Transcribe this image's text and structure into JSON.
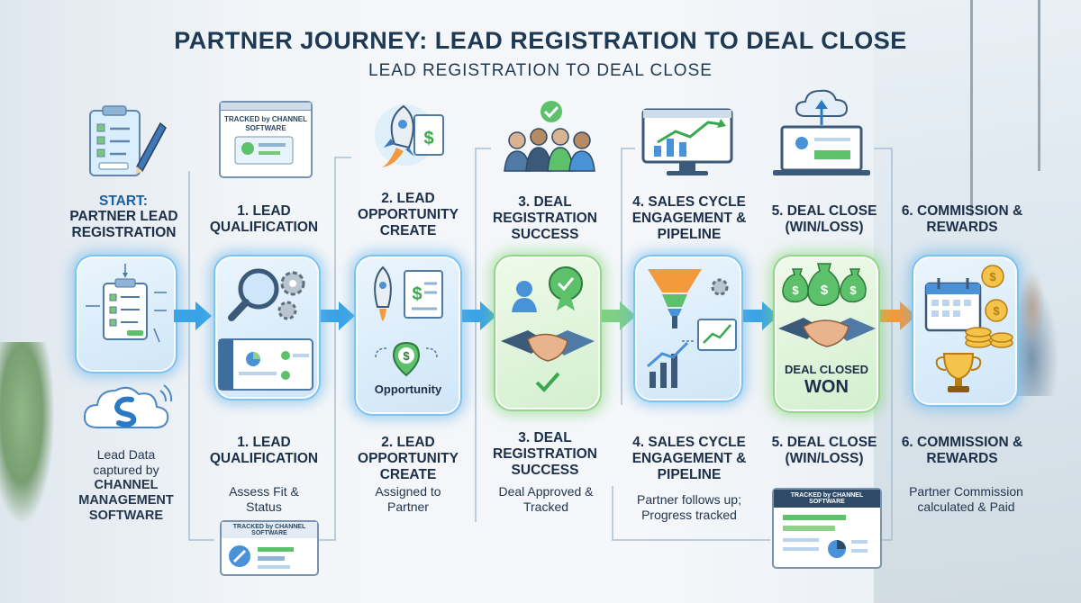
{
  "title": "PARTNER JOURNEY: LEAD REGISTRATION TO DEAL CLOSE",
  "subtitle": "LEAD REGISTRATION TO DEAL CLOSE",
  "start": {
    "prefix": "START:",
    "label": "PARTNER LEAD REGISTRATION",
    "desc_line1": "Lead Data",
    "desc_line2": "captured by",
    "desc_bold": "CHANNEL MANAGEMENT SOFTWARE"
  },
  "tracked_label_1": "TRACKED by CHANNEL SOFTWARE",
  "tracked_label_2": "TRACKED by CHANNEL SOFTWARE",
  "tracked_label_3": "TRACKED by CHANNEL SOFTWARE",
  "steps": [
    {
      "top_label": "1. LEAD QUALIFICATION",
      "bottom_label": "1. LEAD QUALIFICATION",
      "desc": "Assess Fit & Status"
    },
    {
      "top_label": "2. LEAD OPPORTUNITY CREATE",
      "bottom_label": "2. LEAD OPPORTUNITY CREATE",
      "desc": "Assigned to Partner",
      "card_text": "Opportunity"
    },
    {
      "top_label": "3. DEAL REGISTRATION SUCCESS",
      "bottom_label": "3. DEAL REGISTRATION SUCCESS",
      "desc": "Deal Approved & Tracked"
    },
    {
      "top_label": "4. SALES CYCLE ENGAGEMENT & PIPELINE",
      "bottom_label": "4. SALES CYCLE ENGAGEMENT & PIPELINE",
      "desc": "Partner follows up; Progress tracked"
    },
    {
      "top_label": "5. DEAL CLOSE (WIN/LOSS)",
      "bottom_label": "5. DEAL CLOSE (WIN/LOSS)",
      "card_text_1": "DEAL CLOSED",
      "card_text_2": "WON"
    },
    {
      "top_label": "6. COMMISSION & REWARDS",
      "bottom_label": "6. COMMISSION & REWARDS",
      "desc": "Partner Commission calculated & Paid"
    }
  ],
  "colors": {
    "blue_accent": "#3aa3e6",
    "green_accent": "#5cc16a",
    "orange_accent": "#f39a3c",
    "navy": "#1d3954"
  }
}
